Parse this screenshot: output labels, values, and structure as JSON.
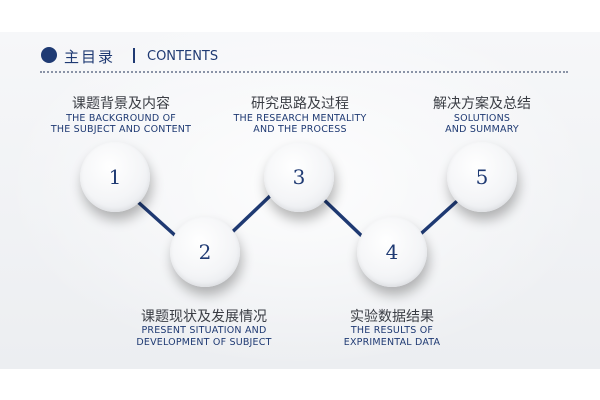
{
  "header": {
    "title_cn": "主目录",
    "title_en": "CONTENTS"
  },
  "items": [
    {
      "number": "1",
      "title_cn": "课题背景及内容",
      "title_en_line1": "THE BACKGROUND OF",
      "title_en_line2": "THE SUBJECT AND CONTENT"
    },
    {
      "number": "2",
      "title_cn": "课题现状及发展情况",
      "title_en_line1": "PRESENT SITUATION AND",
      "title_en_line2": "DEVELOPMENT OF SUBJECT"
    },
    {
      "number": "3",
      "title_cn": "研究思路及过程",
      "title_en_line1": "THE RESEARCH MENTALITY",
      "title_en_line2": "AND THE PROCESS"
    },
    {
      "number": "4",
      "title_cn": "实验数据结果",
      "title_en_line1": "THE RESULTS OF",
      "title_en_line2": "EXPRIMENTAL DATA"
    },
    {
      "number": "5",
      "title_cn": "解决方案及总结",
      "title_en_line1": "SOLUTIONS",
      "title_en_line2": "AND SUMMARY"
    }
  ],
  "colors": {
    "accent": "#1f3a73",
    "text": "#3a3d44",
    "background": "#eceef1"
  }
}
